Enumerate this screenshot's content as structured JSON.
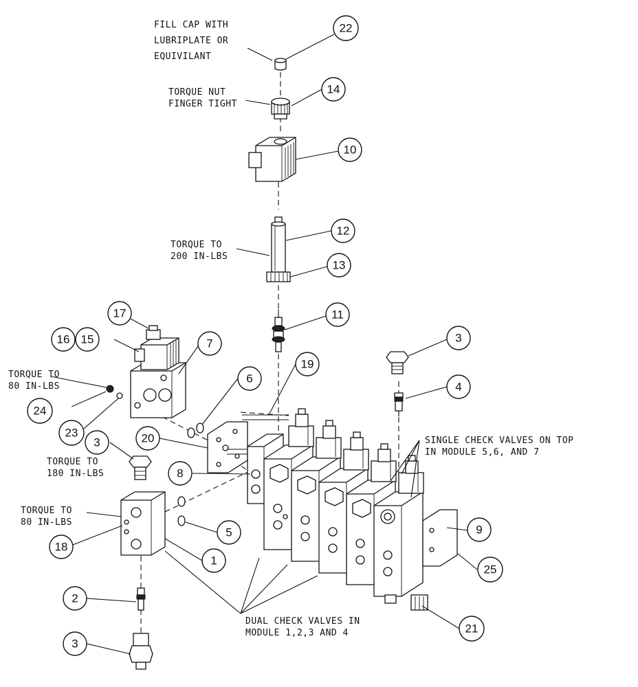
{
  "notes": {
    "fill_cap_1": "FILL CAP WITH",
    "fill_cap_2": "LUBRIPLATE OR",
    "fill_cap_3": "EQUIVILANT",
    "torque_nut_1": "TORQUE NUT",
    "torque_nut_2": "FINGER TIGHT",
    "torque_200_1": "TORQUE TO",
    "torque_200_2": "200 IN-LBS",
    "torque_80a_1": "TORQUE TO",
    "torque_80a_2": "80 IN-LBS",
    "torque_180_1": "TORQUE TO",
    "torque_180_2": "180 IN-LBS",
    "torque_80b_1": "TORQUE TO",
    "torque_80b_2": "80 IN-LBS",
    "single_check_1": "SINGLE CHECK VALVES ON TOP",
    "single_check_2": "IN MODULE 5,6, AND 7",
    "dual_check_1": "DUAL CHECK VALVES IN",
    "dual_check_2": "MODULE 1,2,3 AND 4"
  },
  "callouts": [
    "22",
    "14",
    "10",
    "12",
    "13",
    "11",
    "17",
    "16",
    "15",
    "7",
    "3",
    "4",
    "19",
    "6",
    "20",
    "24",
    "23",
    "3",
    "8",
    "5",
    "18",
    "1",
    "9",
    "25",
    "2",
    "21",
    "3"
  ]
}
